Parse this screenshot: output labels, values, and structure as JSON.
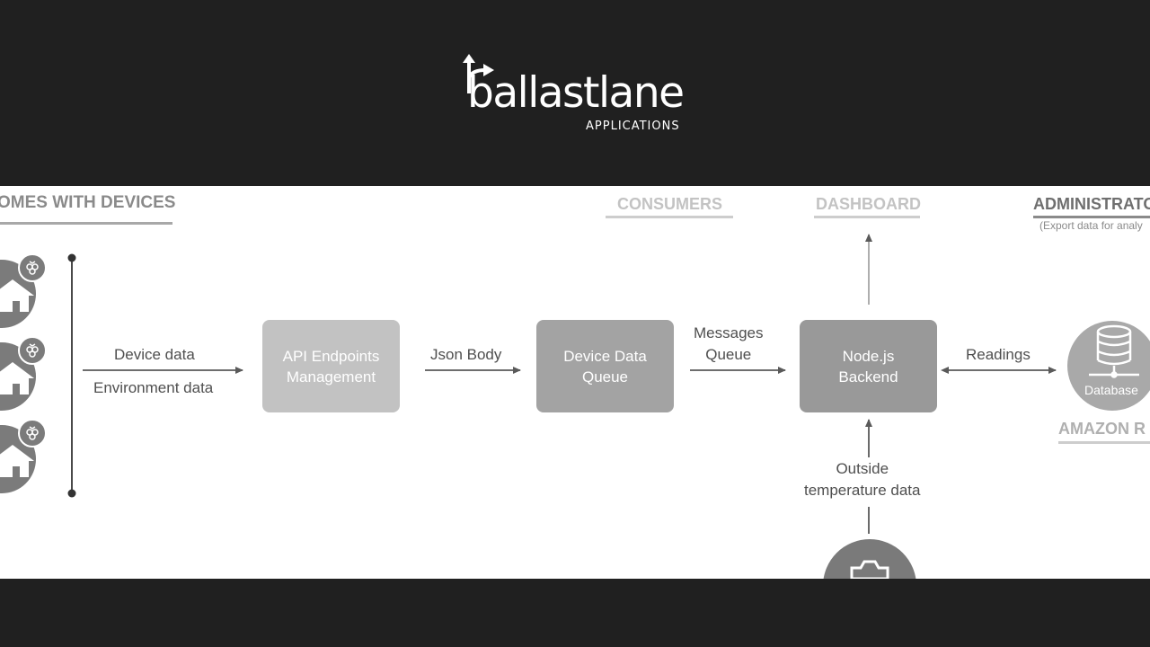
{
  "logo": {
    "wordmark": "ballastlane",
    "tagline": "APPLICATIONS"
  },
  "diagram": {
    "sections": {
      "homes": "OMES WITH DEVICES",
      "consumers": "CONSUMERS",
      "dashboard": "DASHBOARD",
      "administrators": "ADMINISTRATO",
      "administrators_note": "(Export data for analy",
      "amazon": "AMAZON R"
    },
    "boxes": {
      "api": [
        "API Endpoints",
        "Management"
      ],
      "queue": [
        "Device Data",
        "Queue"
      ],
      "backend": [
        "Node.js",
        "Backend"
      ]
    },
    "edges": {
      "device_data": "Device data",
      "environment_data": "Environment data",
      "json_body": "Json Body",
      "messages_queue": [
        "Messages",
        "Queue"
      ],
      "readings": "Readings",
      "outside_temp": [
        "Outside",
        "temperature data"
      ]
    },
    "database_label": "Database"
  }
}
